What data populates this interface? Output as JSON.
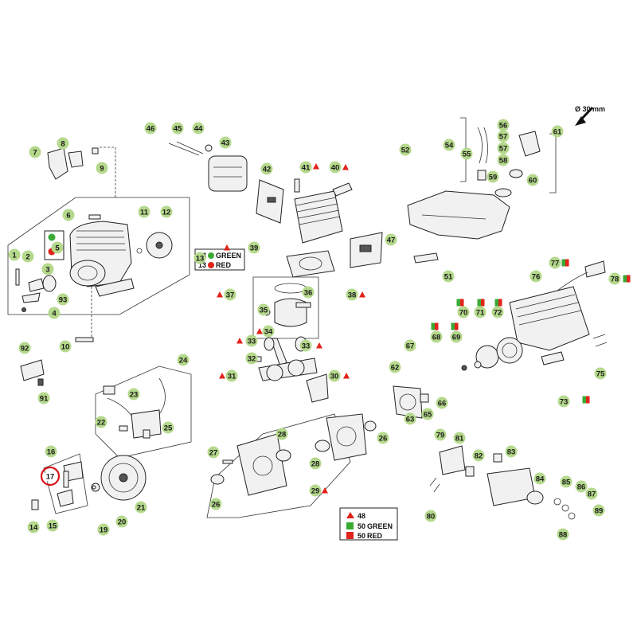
{
  "callouts": [
    {
      "id": "c1",
      "text": "1"
    },
    {
      "id": "c2",
      "text": "2"
    },
    {
      "id": "c3",
      "text": "3"
    },
    {
      "id": "c4",
      "text": "4"
    },
    {
      "id": "c5",
      "text": "5"
    },
    {
      "id": "c6",
      "text": "6"
    },
    {
      "id": "c7",
      "text": "7"
    },
    {
      "id": "c8",
      "text": "8"
    },
    {
      "id": "c9",
      "text": "9"
    },
    {
      "id": "c10",
      "text": "10"
    },
    {
      "id": "c11",
      "text": "11"
    },
    {
      "id": "c12",
      "text": "12"
    },
    {
      "id": "c13",
      "text": "13"
    },
    {
      "id": "c14",
      "text": "14"
    },
    {
      "id": "c15",
      "text": "15"
    },
    {
      "id": "c16",
      "text": "16"
    },
    {
      "id": "c17",
      "text": "17"
    },
    {
      "id": "c19",
      "text": "19"
    },
    {
      "id": "c20",
      "text": "20"
    },
    {
      "id": "c21",
      "text": "21"
    },
    {
      "id": "c22",
      "text": "22"
    },
    {
      "id": "c23",
      "text": "23"
    },
    {
      "id": "c24",
      "text": "24"
    },
    {
      "id": "c25",
      "text": "25"
    },
    {
      "id": "c26a",
      "text": "26"
    },
    {
      "id": "c26b",
      "text": "26"
    },
    {
      "id": "c27",
      "text": "27"
    },
    {
      "id": "c28a",
      "text": "28"
    },
    {
      "id": "c28b",
      "text": "28"
    },
    {
      "id": "c29",
      "text": "29"
    },
    {
      "id": "c30",
      "text": "30"
    },
    {
      "id": "c31",
      "text": "31"
    },
    {
      "id": "c32",
      "text": "32"
    },
    {
      "id": "c33a",
      "text": "33"
    },
    {
      "id": "c33b",
      "text": "33"
    },
    {
      "id": "c34",
      "text": "34"
    },
    {
      "id": "c35",
      "text": "35"
    },
    {
      "id": "c36",
      "text": "36"
    },
    {
      "id": "c37",
      "text": "37"
    },
    {
      "id": "c38",
      "text": "38"
    },
    {
      "id": "c39",
      "text": "39"
    },
    {
      "id": "c40",
      "text": "40"
    },
    {
      "id": "c41",
      "text": "41"
    },
    {
      "id": "c42",
      "text": "42"
    },
    {
      "id": "c43",
      "text": "43"
    },
    {
      "id": "c44",
      "text": "44"
    },
    {
      "id": "c45",
      "text": "45"
    },
    {
      "id": "c46",
      "text": "46"
    },
    {
      "id": "c47",
      "text": "47"
    },
    {
      "id": "c51",
      "text": "51"
    },
    {
      "id": "c52",
      "text": "52"
    },
    {
      "id": "c54",
      "text": "54"
    },
    {
      "id": "c55",
      "text": "55"
    },
    {
      "id": "c56",
      "text": "56"
    },
    {
      "id": "c57a",
      "text": "57"
    },
    {
      "id": "c57b",
      "text": "57"
    },
    {
      "id": "c58",
      "text": "58"
    },
    {
      "id": "c59",
      "text": "59"
    },
    {
      "id": "c60",
      "text": "60"
    },
    {
      "id": "c61",
      "text": "61"
    },
    {
      "id": "c62",
      "text": "62"
    },
    {
      "id": "c63",
      "text": "63"
    },
    {
      "id": "c65",
      "text": "65"
    },
    {
      "id": "c66",
      "text": "66"
    },
    {
      "id": "c67",
      "text": "67"
    },
    {
      "id": "c68",
      "text": "68"
    },
    {
      "id": "c69",
      "text": "69"
    },
    {
      "id": "c70",
      "text": "70"
    },
    {
      "id": "c71",
      "text": "71"
    },
    {
      "id": "c72",
      "text": "72"
    },
    {
      "id": "c73",
      "text": "73"
    },
    {
      "id": "c75",
      "text": "75"
    },
    {
      "id": "c76",
      "text": "76"
    },
    {
      "id": "c77",
      "text": "77"
    },
    {
      "id": "c78",
      "text": "78"
    },
    {
      "id": "c79",
      "text": "79"
    },
    {
      "id": "c80",
      "text": "80"
    },
    {
      "id": "c81",
      "text": "81"
    },
    {
      "id": "c82",
      "text": "82"
    },
    {
      "id": "c83",
      "text": "83"
    },
    {
      "id": "c84",
      "text": "84"
    },
    {
      "id": "c85",
      "text": "85"
    },
    {
      "id": "c86",
      "text": "86"
    },
    {
      "id": "c87",
      "text": "87"
    },
    {
      "id": "c88",
      "text": "88"
    },
    {
      "id": "c89",
      "text": "89"
    },
    {
      "id": "c91",
      "text": "91"
    },
    {
      "id": "c92",
      "text": "92"
    },
    {
      "id": "c93",
      "text": "93"
    }
  ],
  "variant_box": {
    "row1_num": "13",
    "row1_label": "GREEN",
    "row2_num": "13",
    "row2_label": "RED"
  },
  "legend": {
    "row1_num": "48",
    "row2_num": "50",
    "row2_label": "GREEN",
    "row3_num": "50",
    "row3_label": "RED"
  },
  "filter_size": "Ø 30 mm",
  "highlighted_part": "17",
  "colors": {
    "callout_fill": "#b5d98c",
    "green_marker": "#3aaa35",
    "red_marker": "#e2231a",
    "highlight_ring": "#d9141b",
    "line": "#222222"
  }
}
